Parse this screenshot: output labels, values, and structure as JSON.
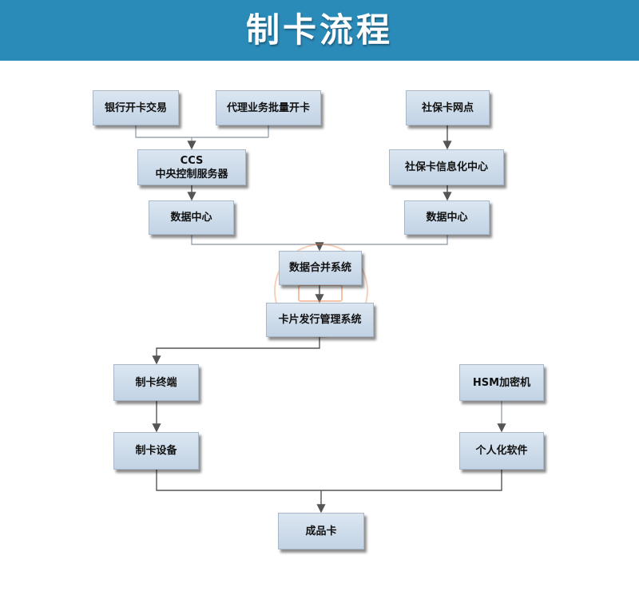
{
  "title": "制卡流程",
  "nodes": {
    "bank_open": "银行开卡交易",
    "agent_batch": "代理业务批量开卡",
    "social_outlet": "社保卡网点",
    "ccs_line1": "CCS",
    "ccs_line2": "中央控制服务器",
    "social_info_center": "社保卡信息化中心",
    "data_center_left": "数据中心",
    "data_center_right": "数据中心",
    "data_merge": "数据合并系统",
    "card_issue": "卡片发行管理系统",
    "card_terminal": "制卡终端",
    "card_device": "制卡设备",
    "hsm": "HSM加密机",
    "personalization": "个人化软件",
    "finished_card": "成品卡"
  }
}
